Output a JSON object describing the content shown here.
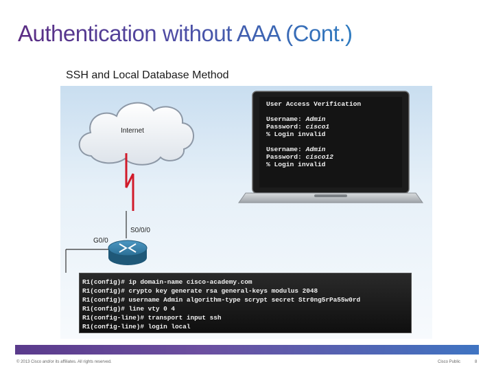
{
  "slide": {
    "title": "Authentication without AAA (Cont.)",
    "subtitle": "SSH and Local Database Method"
  },
  "figure": {
    "cloud_label": "Internet",
    "serial_label": "S0/0/0",
    "gig_label": "G0/0",
    "laptop_screen": {
      "heading": "User Access Verification",
      "attempts": [
        {
          "username_label": "Username: ",
          "username": "Admin",
          "password_label": "Password: ",
          "password": "cisco1",
          "result": "% Login invalid"
        },
        {
          "username_label": "Username: ",
          "username": "Admin",
          "password_label": "Password: ",
          "password": "cisco12",
          "result": "% Login invalid"
        }
      ]
    },
    "cli_lines": [
      "R1(config)# ip domain-name cisco-academy.com",
      "R1(config)# crypto key generate rsa general-keys modulus 2048",
      "R1(config)# username Admin algorithm-type scrypt secret Str0ng5rPa55w0rd",
      "R1(config)# line vty 0 4",
      "R1(config-line)# transport input ssh",
      "R1(config-line)# login local"
    ]
  },
  "footer": {
    "copyright": "© 2013 Cisco and/or its affiliates. All rights reserved.",
    "classification": "Cisco Public",
    "page_number": "8"
  },
  "colors": {
    "title_gradient_start": "#5b2c83",
    "title_gradient_end": "#2e7bc0",
    "serial_link": "#d11a2a",
    "router": "#2b6f96"
  }
}
